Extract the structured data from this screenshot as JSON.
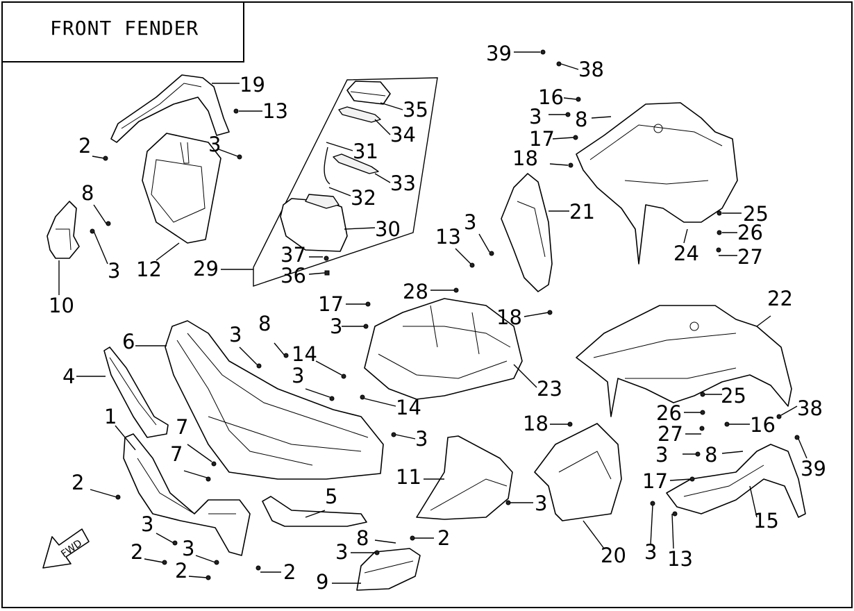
{
  "title": "FRONT FENDER",
  "fwd_label": "FWD",
  "callouts": [
    "1",
    "2",
    "3",
    "4",
    "5",
    "6",
    "7",
    "8",
    "9",
    "10",
    "11",
    "12",
    "13",
    "14",
    "15",
    "16",
    "17",
    "18",
    "19",
    "20",
    "21",
    "22",
    "23",
    "24",
    "25",
    "26",
    "27",
    "28",
    "29",
    "30",
    "31",
    "32",
    "33",
    "34",
    "35",
    "36",
    "37",
    "38",
    "39"
  ]
}
